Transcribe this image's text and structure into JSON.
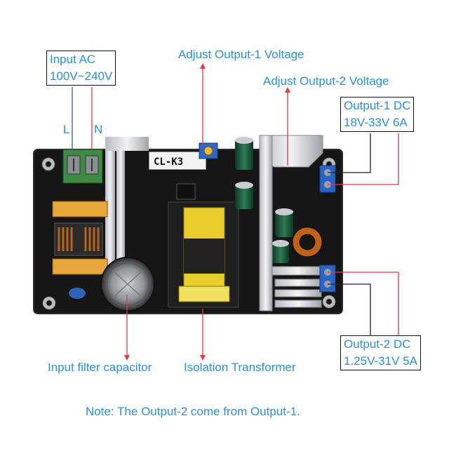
{
  "input_ac": {
    "line1": "Input AC",
    "line2": "100V~240V"
  },
  "terminal_labels": {
    "l": "L",
    "n": "N"
  },
  "adjust1": "Adjust Output-1 Voltage",
  "adjust2": "Adjust Output-2 Voltage",
  "output1": {
    "line1": "Output-1 DC",
    "line2": "18V-33V 6A"
  },
  "output2": {
    "line1": "Output-2 DC",
    "line2": "1.25V-31V 5A"
  },
  "cap_label": "Input filter capacitor",
  "transformer_label": "Isolation Transformer",
  "note": "Note: The Output-2 come from Output-1.",
  "board_marking": "CL-K3",
  "colors": {
    "text": "#2a8fd8",
    "leader_red": "#e23a3a",
    "leader_black": "#222222",
    "leader_blue": "#2f5fb8",
    "pcb": "#1a1a1a",
    "heatsink": "#cfd3d8"
  }
}
